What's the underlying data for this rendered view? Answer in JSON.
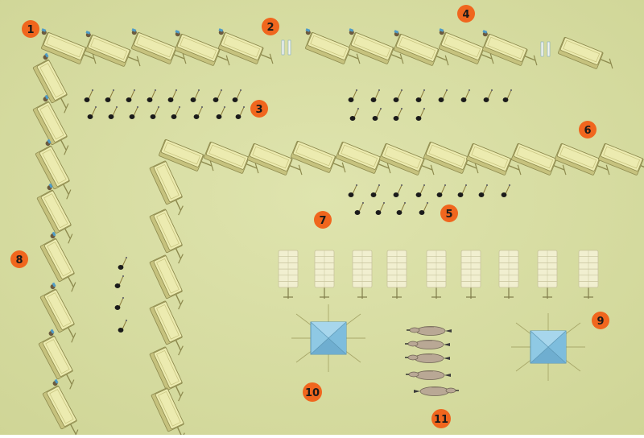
{
  "colors": {
    "ground": "#d9dfa6",
    "ground_dark": "#c9d08f",
    "wagon_top": "#ecebb0",
    "wagon_side": "#c6c27e",
    "wagon_edge": "#8d8a4e",
    "tent": "#f1efd0",
    "tent_stripe": "#c7c39c",
    "pavilion": "#8fc9e4",
    "pavilion_edge": "#5c97b5",
    "marker": "#f0661e",
    "marker_text": "#1a1a1a",
    "soldier": "#1b1b1b",
    "horse": "#b9a895"
  },
  "markers": [
    {
      "id": "marker-1",
      "label": "1"
    },
    {
      "id": "marker-2",
      "label": "2"
    },
    {
      "id": "marker-3",
      "label": "3"
    },
    {
      "id": "marker-4",
      "label": "4"
    },
    {
      "id": "marker-5",
      "label": "5"
    },
    {
      "id": "marker-6",
      "label": "6"
    },
    {
      "id": "marker-7",
      "label": "7"
    },
    {
      "id": "marker-8",
      "label": "8"
    },
    {
      "id": "marker-9",
      "label": "9"
    },
    {
      "id": "marker-10",
      "label": "10"
    },
    {
      "id": "marker-11",
      "label": "11"
    }
  ],
  "icons": {
    "wagon": "wagon-icon",
    "soldier": "soldier-icon",
    "tent": "tent-icon",
    "pavilion": "pavilion-icon",
    "horse": "horse-icon"
  }
}
